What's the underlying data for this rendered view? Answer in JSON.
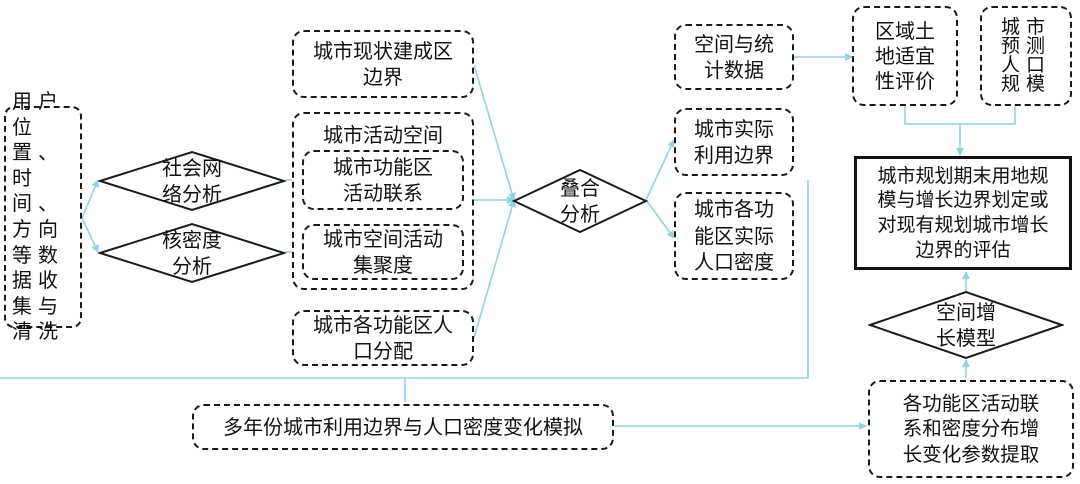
{
  "diagram": {
    "colors": {
      "connector": "#8fd3e6",
      "border": "#1a1a1a"
    },
    "nodes": {
      "user_data": "用户\n位置、\n时间、\n方向\n等数\n据收\n集与\n清洗",
      "social_network": "社会网\n络分析",
      "kernel_density": "核密度\n分析",
      "built_boundary": "城市现状建成区\n边界",
      "activity_space": "城市活动空间",
      "function_link": "城市功能区\n活动联系",
      "space_agg": "城市空间活动\n集聚度",
      "population": "城市各功能区人\n口分配",
      "overlay": "叠合\n分析",
      "spatial_stats": "空间与统\n计数据",
      "actual_boundary": "城市实际\n利用边界",
      "pop_density": "城市各功\n能区实际\n人口密度",
      "land_suit": "区域土\n地适宜\n性评价",
      "pop_forecast": "城市\n预测\n人口\n规模",
      "plan_result": "城市规划期末用地规\n模与增长边界划定或\n对现有规划城市增长\n边界的评估",
      "growth_model": "空间增\n长模型",
      "param_extract": "各功能区活动联\n系和密度分布增\n长变化参数提取",
      "multi_year_sim": "多年份城市利用边界与人口密度变化模拟"
    }
  }
}
